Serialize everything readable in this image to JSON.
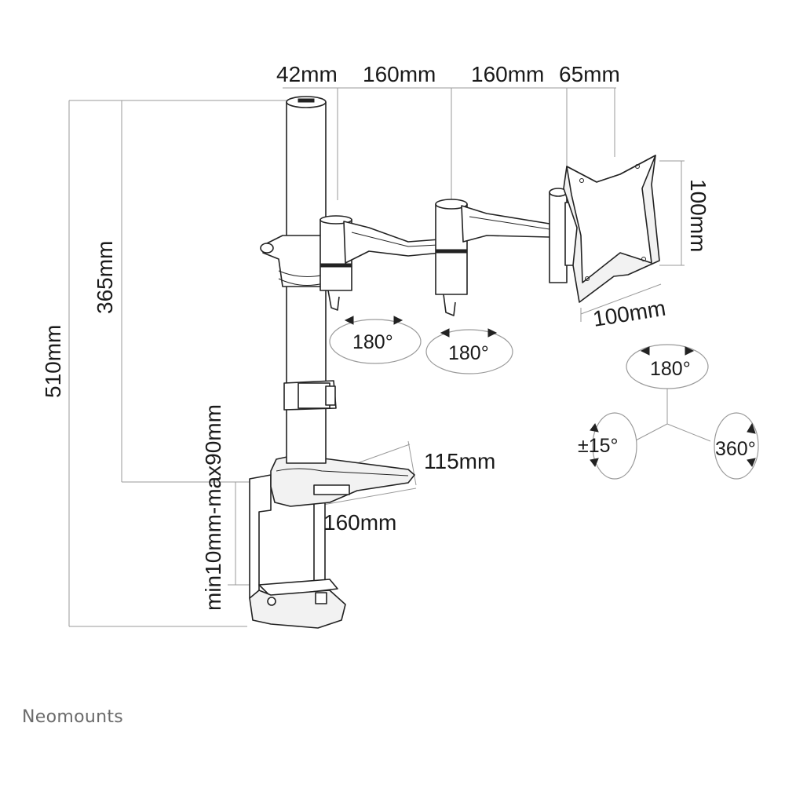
{
  "dimensions": {
    "pole_offset": "42mm",
    "arm1_length": "160mm",
    "arm2_length": "160mm",
    "head_offset": "65mm",
    "vesa_vertical": "100mm",
    "vesa_horizontal": "100mm",
    "total_height": "510mm",
    "pole_height": "365mm",
    "desk_thickness": "min10mm-max90mm",
    "base_depth": "115mm",
    "base_width": "160mm"
  },
  "rotations": {
    "joint1": "180°",
    "joint2": "180°",
    "tilt": "180°",
    "swivel": "±15°",
    "rotate": "360°"
  },
  "brand": "Neomounts",
  "colors": {
    "line": "#222222",
    "dimension_line": "#9a9a9a",
    "text": "#1a1a1a",
    "brand": "#6b6b6b"
  }
}
